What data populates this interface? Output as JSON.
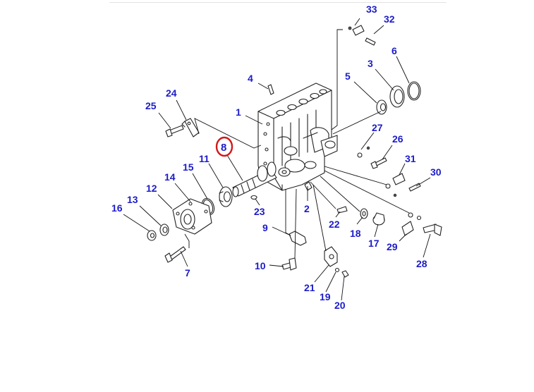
{
  "diagram": {
    "callouts": [
      {
        "id": "33",
        "text": "33"
      },
      {
        "id": "32",
        "text": "32"
      },
      {
        "id": "6",
        "text": "6"
      },
      {
        "id": "3",
        "text": "3"
      },
      {
        "id": "5",
        "text": "5"
      },
      {
        "id": "4",
        "text": "4"
      },
      {
        "id": "24",
        "text": "24"
      },
      {
        "id": "25",
        "text": "25"
      },
      {
        "id": "1",
        "text": "1"
      },
      {
        "id": "27",
        "text": "27"
      },
      {
        "id": "26",
        "text": "26"
      },
      {
        "id": "8",
        "text": "8",
        "highlighted": true
      },
      {
        "id": "11",
        "text": "11"
      },
      {
        "id": "15",
        "text": "15"
      },
      {
        "id": "14",
        "text": "14"
      },
      {
        "id": "31",
        "text": "31"
      },
      {
        "id": "30",
        "text": "30"
      },
      {
        "id": "12",
        "text": "12"
      },
      {
        "id": "13",
        "text": "13"
      },
      {
        "id": "16",
        "text": "16"
      },
      {
        "id": "2",
        "text": "2"
      },
      {
        "id": "23",
        "text": "23"
      },
      {
        "id": "22",
        "text": "22"
      },
      {
        "id": "18",
        "text": "18"
      },
      {
        "id": "17",
        "text": "17"
      },
      {
        "id": "29",
        "text": "29"
      },
      {
        "id": "9",
        "text": "9"
      },
      {
        "id": "28",
        "text": "28"
      },
      {
        "id": "7",
        "text": "7"
      },
      {
        "id": "10",
        "text": "10"
      },
      {
        "id": "21",
        "text": "21"
      },
      {
        "id": "19",
        "text": "19"
      },
      {
        "id": "20",
        "text": "20"
      }
    ],
    "colors": {
      "label": "#1c1cc8",
      "highlight": "#d21a1a",
      "line": "#222222"
    }
  }
}
